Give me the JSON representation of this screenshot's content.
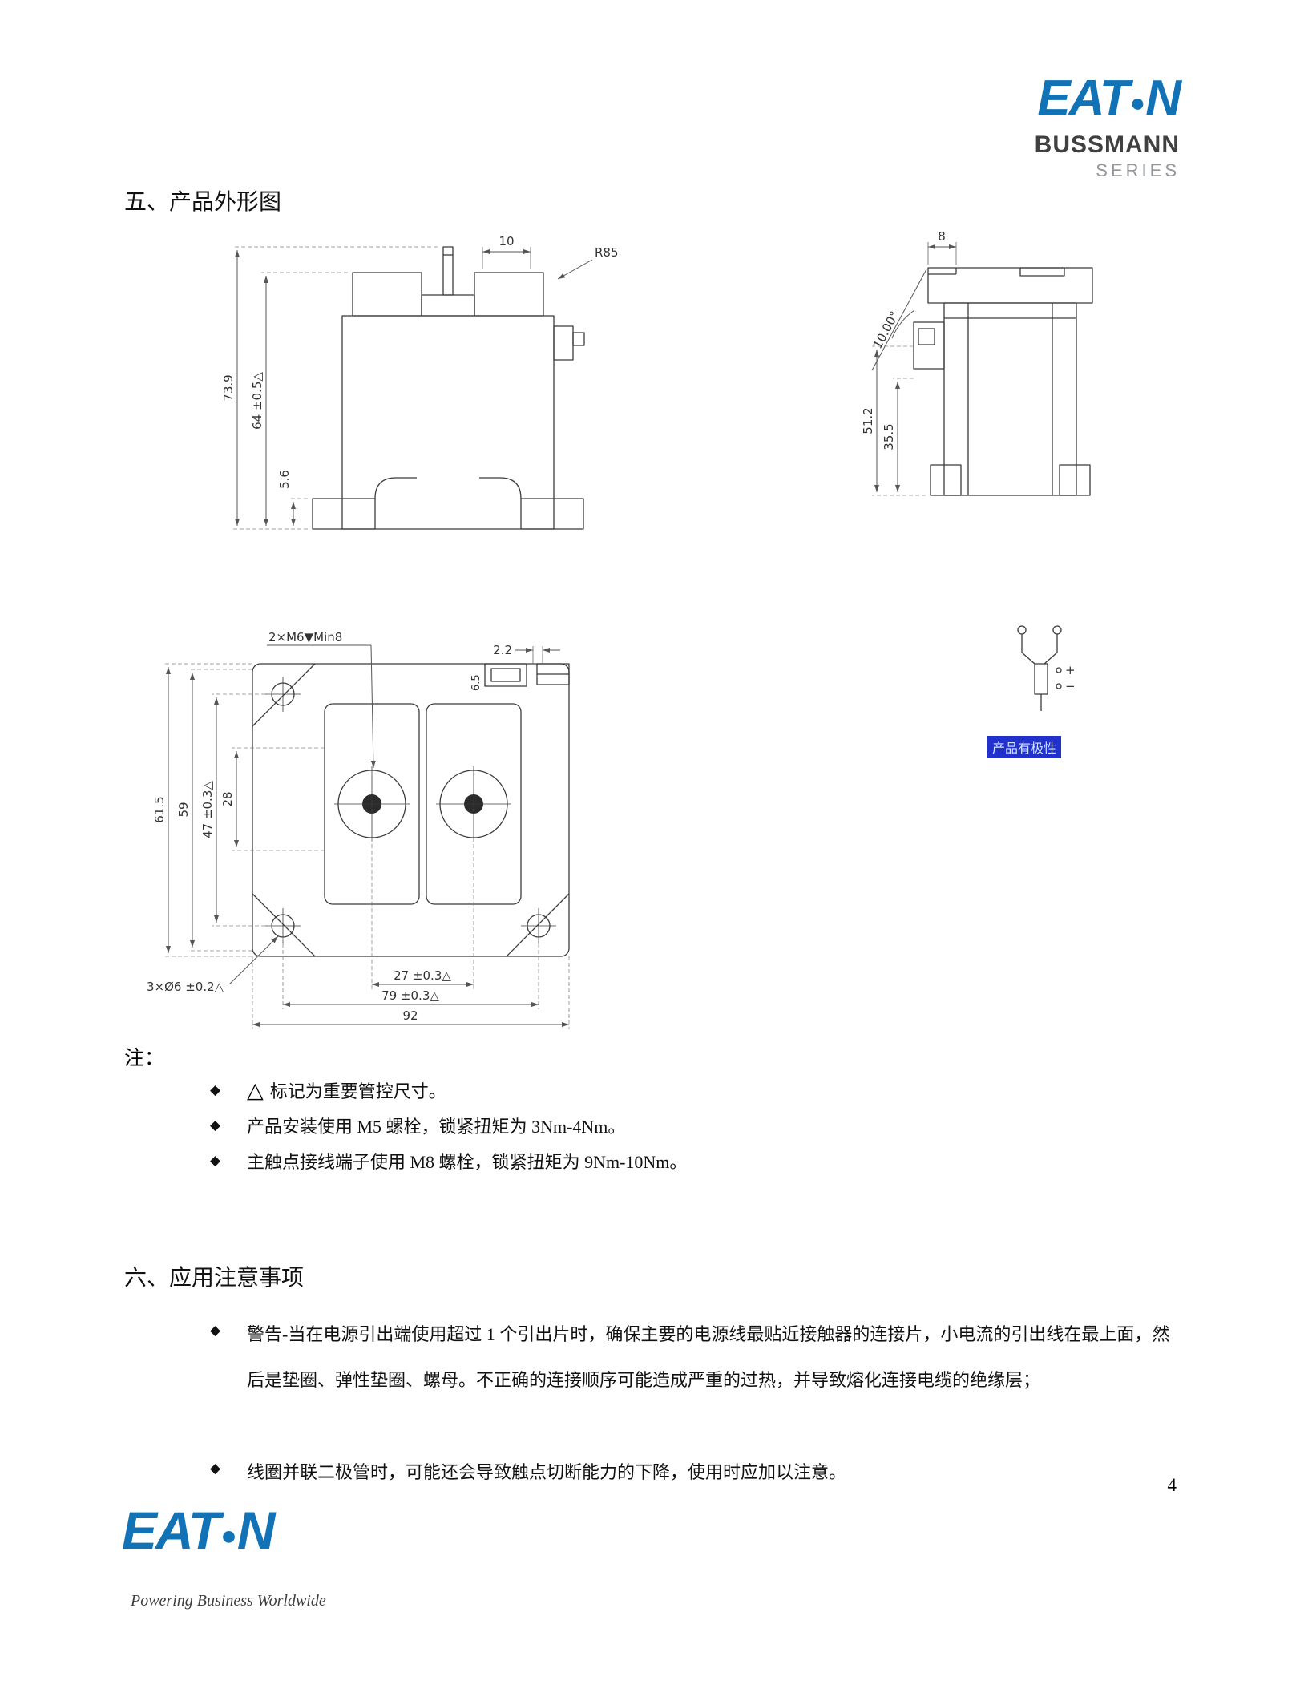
{
  "glyphs": {
    "bullet": "◆"
  },
  "header": {
    "logo_text": "EAT",
    "logo_dot": "●",
    "logo_n": "N",
    "brand_line1": "BUSSMANN",
    "brand_line2": "SERIES"
  },
  "section5": {
    "title": "五、产品外形图"
  },
  "drawings": {
    "front": {
      "h_total": "73.9",
      "h_body": "64 ±0.5△",
      "h_foot": "5.6",
      "w_top": "10",
      "radius": "R85"
    },
    "side": {
      "w_top": "8",
      "angle": "10.00°",
      "h1": "51.2",
      "h2": "35.5"
    },
    "top": {
      "thread": "2×M6▼Min8",
      "slot_w": "2.2",
      "slot_h": "6.5",
      "h_total": "61.5",
      "h_body": "59",
      "hole_span_v": "47 ±0.3△",
      "inner_v": "28",
      "terminal_span": "27 ±0.3△",
      "hole_span_h": "79 ±0.3△",
      "w_total": "92",
      "holes": "3×Ø6 ±0.2△"
    },
    "polarity": {
      "plus": "+",
      "minus": "−",
      "label": "产品有极性"
    }
  },
  "notes": {
    "label": "注：",
    "item1_symbol": "△",
    "items": [
      "标记为重要管控尺寸。",
      "产品安装使用 M5 螺栓，锁紧扭矩为 3Nm-4Nm。",
      "主触点接线端子使用 M8 螺栓，锁紧扭矩为 9Nm-10Nm。"
    ]
  },
  "section6": {
    "title": "六、应用注意事项",
    "items": [
      "警告-当在电源引出端使用超过 1 个引出片时，确保主要的电源线最贴近接触器的连接片，小电流的引出线在最上面，然后是垫圈、弹性垫圈、螺母。不正确的连接顺序可能造成严重的过热，并导致熔化连接电缆的绝缘层；",
      "线圈并联二极管时，可能还会导致触点切断能力的下降，使用时应加以注意。"
    ]
  },
  "footer": {
    "page_number": "4",
    "tagline": "Powering Business Worldwide"
  }
}
